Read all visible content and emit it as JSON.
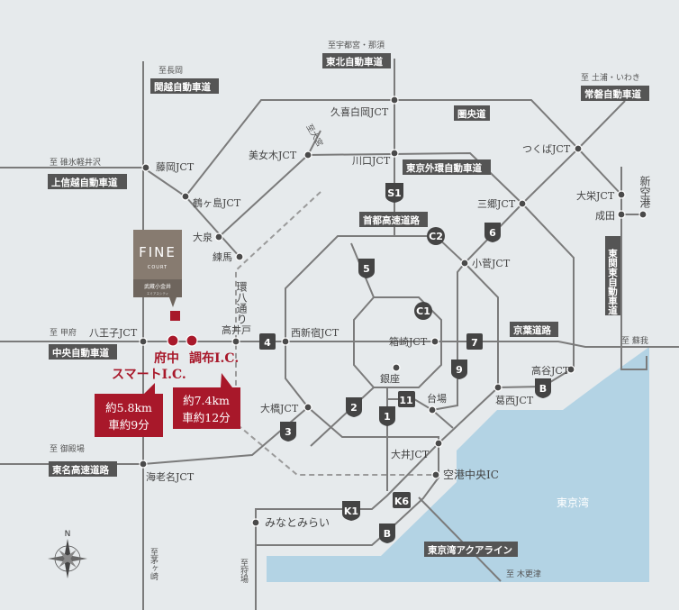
{
  "destinations": {
    "utsunomiya": "至宇都宮・那須",
    "nagaoka": "至長岡",
    "tsuchiura": "至 土浦・いわき",
    "karuizawa": "至 碓氷軽井沢",
    "kofu": "至 甲府",
    "soga": "至 蘇我",
    "gotemba": "至 御殿場",
    "chigasaki": "至茅ヶ崎",
    "karibazaka": "至狩場",
    "kisarazu": "至 木更津",
    "omiya": "至大宮"
  },
  "roads": {
    "tohoku": "東北自動車道",
    "kanetsu": "関越自動車道",
    "joban": "常磐自動車道",
    "kenodo": "圏央道",
    "gaikan": "東京外環自動車道",
    "joshinetsu": "上信越自動車道",
    "shutoko": "首都高速道路",
    "keiyo": "京葉道路",
    "chuo": "中央自動車道",
    "tomei": "東名高速道路",
    "aqualine": "東京湾アクアライン",
    "higashikanto": "東関東自動車道",
    "kanpachi": "環八通り"
  },
  "places": {
    "kuki": "久喜白岡JCT",
    "bijogi": "美女木JCT",
    "kawaguchi": "川口JCT",
    "fujioka": "藤岡JCT",
    "tsurugashima": "鶴ヶ島JCT",
    "tsukuba": "つくばJCT",
    "misato": "三郷JCT",
    "taiei": "大栄JCT",
    "narita": "成田",
    "airport": "新空港",
    "oizumi": "大泉",
    "nerima": "練馬",
    "kosuge": "小菅JCT",
    "hachioji": "八王子JCT",
    "takaido": "高井戸",
    "nishishinjuku": "西新宿JCT",
    "hakozaki": "箱崎JCT",
    "ginza": "銀座",
    "koya": "高谷JCT",
    "kasai": "葛西JCT",
    "ohashi": "大橋JCT",
    "daiba": "台場",
    "oi": "大井JCT",
    "kukochuo": "空港中央IC",
    "ebina": "海老名JCT",
    "minatomirai": "みなとみらい",
    "bay": "東京湾"
  },
  "badges": [
    "S1",
    "C2",
    "6",
    "5",
    "C1",
    "4",
    "7",
    "9",
    "B",
    "2",
    "11",
    "1",
    "3",
    "K1",
    "K6",
    "B"
  ],
  "property": {
    "brand": "FINE",
    "sub": "COURT",
    "name": "武蔵小金井",
    "name_sub": "エミアスシティ"
  },
  "interchanges": {
    "fuchu_line1": "府中",
    "fuchu_line2": "スマートI.C.",
    "chofu": "調布I.C.",
    "fuchu_dist": "約5.8km",
    "fuchu_time": "車約9分",
    "chofu_dist": "約7.4km",
    "chofu_time": "車約12分"
  },
  "compass": {
    "north": "N"
  },
  "colors": {
    "background": "#e6eaec",
    "road": "#7b7b7b",
    "sea": "#b3d3e4",
    "accent": "#a8182a",
    "label": "#555555"
  }
}
